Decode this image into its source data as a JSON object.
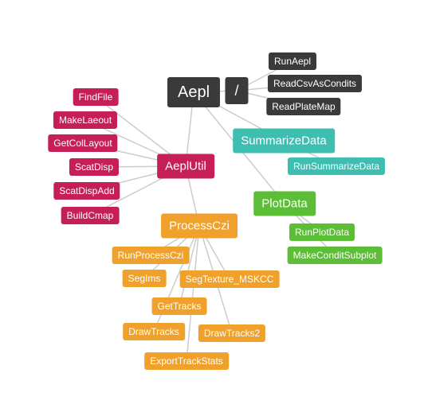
{
  "colors": {
    "root": "#3a3a3a",
    "util": "#c51f56",
    "process": "#efa12b",
    "summarize": "#3ebdb1",
    "plot": "#5cbd36",
    "edge": "#cccccc"
  },
  "nodes": {
    "aepl": "Aepl",
    "slash": "/",
    "run_aepl": "RunAepl",
    "read_csv": "ReadCsvAsCondits",
    "read_plate": "ReadPlateMap",
    "aepl_util": "AeplUtil",
    "find_file": "FindFile",
    "make_laeout": "MakeLaeout",
    "get_col_layout": "GetColLayout",
    "scat_disp": "ScatDisp",
    "scat_disp_add": "ScatDispAdd",
    "build_cmap": "BuildCmap",
    "summarize_data": "SummarizeData",
    "run_summarize": "RunSummarizeData",
    "plot_data": "PlotData",
    "run_plot": "RunPlotData",
    "make_condit": "MakeConditSubplot",
    "process_czi": "ProcessCzi",
    "run_process": "RunProcessCzi",
    "seg_ims": "SegIms",
    "seg_texture": "SegTexture_MSKCC",
    "get_tracks": "GetTracks",
    "draw_tracks": "DrawTracks",
    "draw_tracks2": "DrawTracks2",
    "export_stats": "ExportTrackStats"
  }
}
